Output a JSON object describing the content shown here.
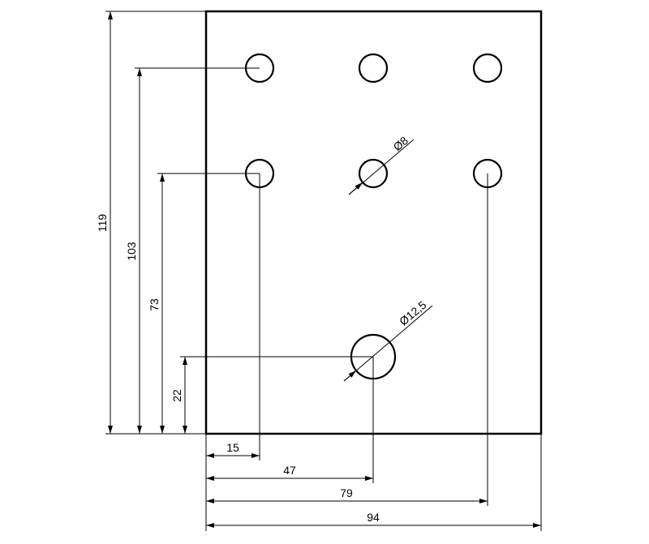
{
  "drawing": {
    "dimensions": {
      "height_total": "119",
      "h_103": "103",
      "h_73": "73",
      "h_22": "22",
      "w_15": "15",
      "w_47": "47",
      "w_79": "79",
      "w_94": "94",
      "dia_small": "Ø8",
      "dia_large": "Ø12,5"
    }
  }
}
